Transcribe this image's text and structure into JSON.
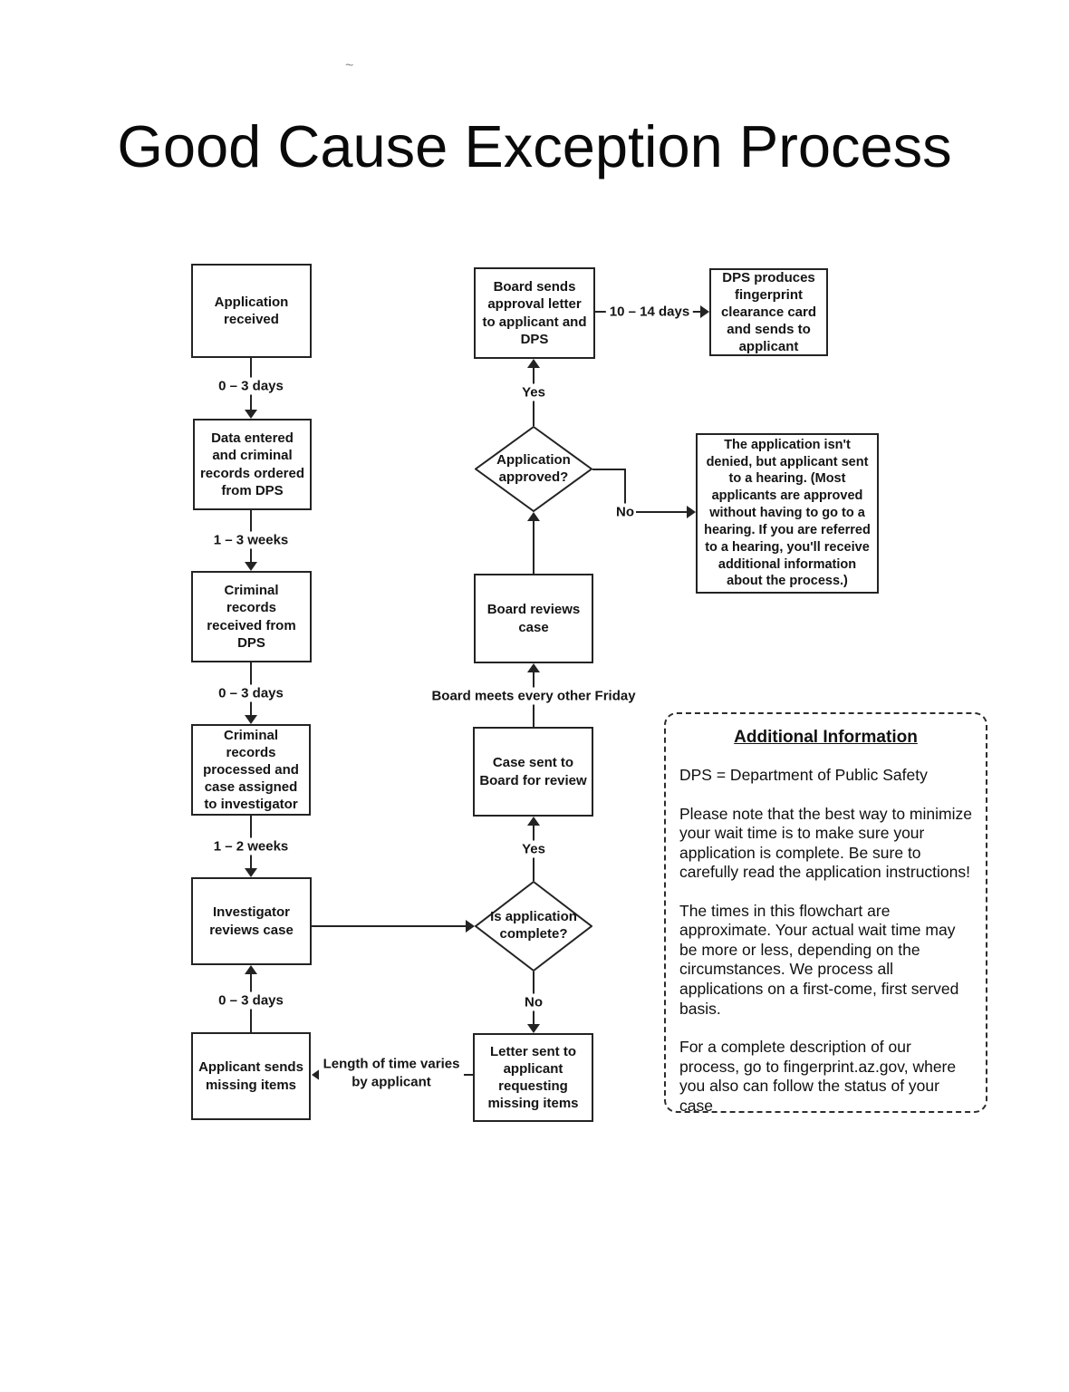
{
  "title": "Good Cause Exception Process",
  "artifact": "~",
  "nodes": {
    "application_received": "Application received",
    "data_entered": "Data entered and criminal records ordered from DPS",
    "records_received": "Criminal records received from DPS",
    "records_processed": "Criminal records processed and case assigned to investigator",
    "investigator_reviews": "Investigator reviews case",
    "applicant_sends": "Applicant sends missing items",
    "letter_sent": "Letter sent to applicant requesting missing items",
    "case_sent": "Case sent to Board for review",
    "board_reviews": "Board reviews case",
    "board_sends": "Board sends approval letter to applicant and DPS",
    "dps_produces": "DPS produces fingerprint clearance card and sends to applicant",
    "hearing_note": "The application isn't denied, but applicant sent to a hearing.  (Most applicants are approved without having to go to a hearing.  If you are referred to a hearing, you'll receive additional information about the process.)"
  },
  "decisions": {
    "approved": "Application approved?",
    "complete": "Is application complete?"
  },
  "edge_labels": {
    "received_to_data": "0 – 3 days",
    "data_to_records": "1 – 3 weeks",
    "records_to_processed": "0 – 3 days",
    "processed_to_investigator": "1 – 2 weeks",
    "sends_to_investigator": "0 – 3 days",
    "approved_yes": "Yes",
    "approved_no": "No",
    "complete_yes": "Yes",
    "complete_no": "No",
    "board_meeting": "Board meets every other Friday",
    "approval_to_card": "10 – 14 days",
    "letter_to_applicant": "Length of time varies by applicant"
  },
  "info_panel": {
    "heading": "Additional Information",
    "dps_definition": "DPS = Department of Public Safety",
    "note_complete": "Please note that the best way to minimize your wait time is to make sure your application is complete.  Be sure to carefully read the application instructions!",
    "note_times": "The times in this flowchart are approximate.  Your actual wait time may be more or less, depending on the circumstances.  We process all applications on a first-come, first served basis.",
    "note_site": "For a complete description of our process, go to fingerprint.az.gov, where you also can follow the status of your case"
  },
  "colors": {
    "ink": "#232323",
    "paper": "#ffffff"
  }
}
